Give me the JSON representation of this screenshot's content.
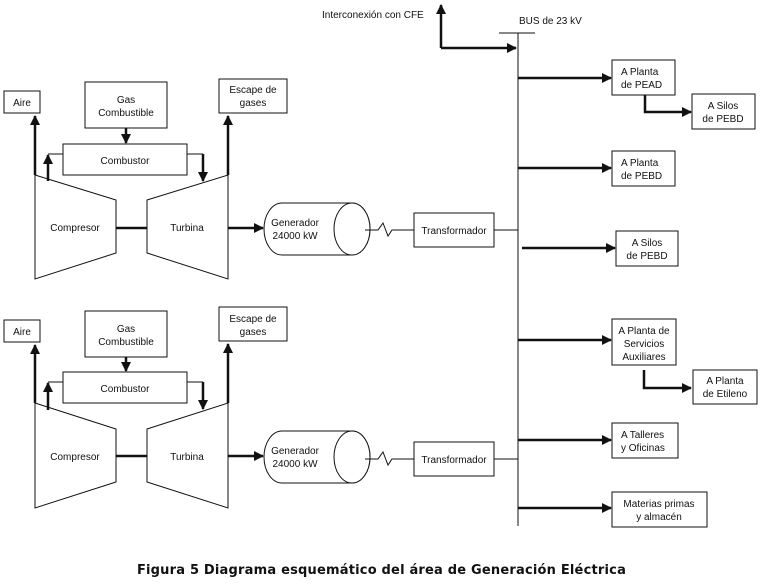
{
  "diagram": {
    "caption": "Figura 5 Diagrama esquemático del área de Generación Eléctrica",
    "grid_connection": "Interconexión con CFE",
    "bus_label": "BUS de 23 kV",
    "turbine_sets": [
      {
        "air": "Aire",
        "fuel_line1": "Gas",
        "fuel_line2": "Combustible",
        "combustor": "Combustor",
        "exhaust_line1": "Escape de",
        "exhaust_line2": "gases",
        "compressor": "Compresor",
        "turbine": "Turbina",
        "generator_line1": "Generador",
        "generator_line2": "24000 kW",
        "transformer": "Transformador"
      },
      {
        "air": "Aire",
        "fuel_line1": "Gas",
        "fuel_line2": "Combustible",
        "combustor": "Combustor",
        "exhaust_line1": "Escape de",
        "exhaust_line2": "gases",
        "compressor": "Compresor",
        "turbine": "Turbina",
        "generator_line1": "Generador",
        "generator_line2": "24000 kW",
        "transformer": "Transformador"
      }
    ],
    "loads": [
      {
        "lines": [
          "A Planta",
          "de PEAD"
        ]
      },
      {
        "lines": [
          "A Silos",
          "de PEBD"
        ]
      },
      {
        "lines": [
          "A Planta",
          "de PEBD"
        ]
      },
      {
        "lines": [
          "A Silos",
          "de PEBD"
        ]
      },
      {
        "lines": [
          "A Planta de",
          "Servicios",
          "Auxiliares"
        ]
      },
      {
        "lines": [
          "A Planta",
          "de Etileno"
        ]
      },
      {
        "lines": [
          "A Talleres",
          "y Oficinas"
        ]
      },
      {
        "lines": [
          "Materias primas",
          "y almacén"
        ]
      }
    ]
  }
}
